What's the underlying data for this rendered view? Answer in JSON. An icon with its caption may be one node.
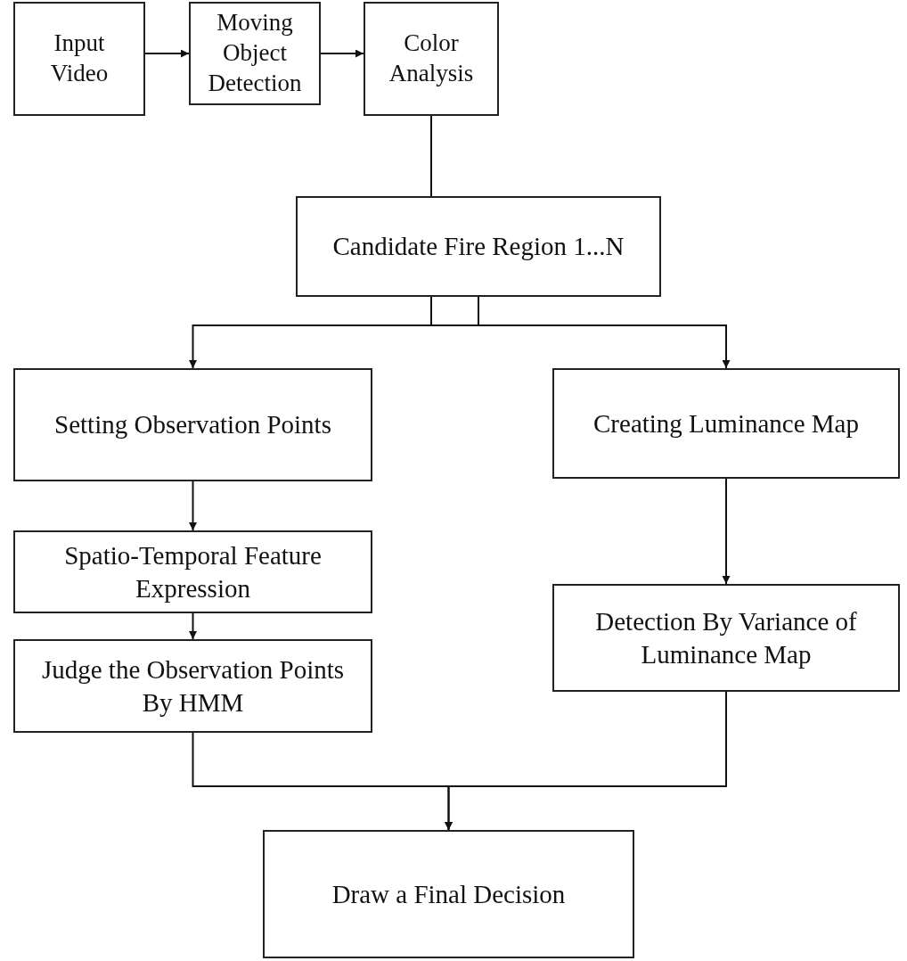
{
  "diagram": {
    "nodes": [
      {
        "text": [
          "Input Video"
        ]
      },
      {
        "text": [
          "Moving Object Detection"
        ]
      },
      {
        "text": [
          "Color Analysis"
        ]
      },
      {
        "text": [
          "Candidate Fire Region 1...N"
        ]
      },
      {
        "text": [
          "Setting Observation Points"
        ]
      },
      {
        "text": [
          "Creating Luminance Map"
        ]
      },
      {
        "text": [
          "Spatio-Temporal Feature Expression"
        ]
      },
      {
        "text": [
          "Judge the Observation Points By HMM"
        ]
      },
      {
        "text": [
          "Detection By Variance of Luminance Map"
        ]
      },
      {
        "text": [
          "Draw a Final Decision"
        ]
      }
    ],
    "edges": [
      {
        "from": 0,
        "to": 1,
        "arrow": "to"
      },
      {
        "from": 1,
        "to": 2,
        "arrow": "to"
      },
      {
        "from": 2,
        "to": 3,
        "arrow": "to"
      },
      {
        "from": 3,
        "to": 4,
        "arrow": "to"
      },
      {
        "from": 3,
        "to": 5,
        "arrow": "to"
      },
      {
        "from": 4,
        "to": 6,
        "arrow": "to"
      },
      {
        "from": 5,
        "to": 8,
        "arrow": "to"
      },
      {
        "from": 6,
        "to": 7,
        "arrow": "to"
      },
      {
        "from": 7,
        "to": 9,
        "arrow": "to"
      },
      {
        "from": 8,
        "to": 9,
        "arrow": "to"
      }
    ]
  }
}
